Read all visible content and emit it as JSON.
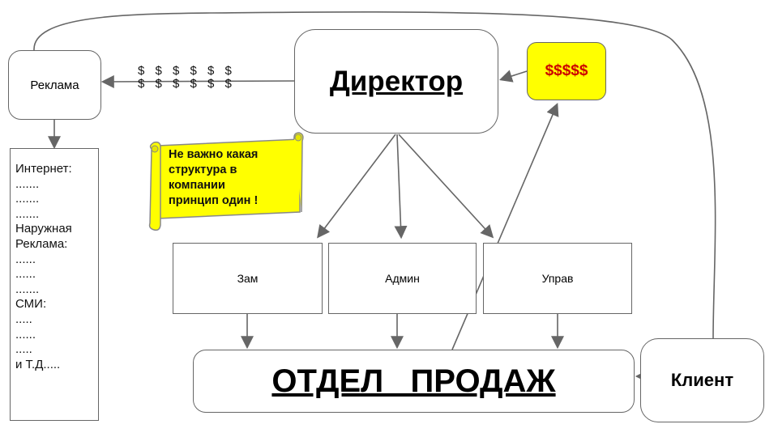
{
  "nodes": {
    "reklama": "Реклама",
    "director": "Директор",
    "money": "$$$$$",
    "zam": "Зам",
    "admin": "Админ",
    "uprav": "Управ",
    "sales": "ОТДЕЛ   ПРОДАЖ",
    "client": "Клиент"
  },
  "dollar_rows": [
    "$ $ $ $ $ $",
    "$ $ $ $ $ $"
  ],
  "channels": [
    "Интернет:",
    ".......",
    ".......",
    ".......",
    "Наружная",
    "Реклама:",
    "......",
    "......",
    ".......",
    "СМИ:",
    ".....",
    "......",
    ".....",
    "и Т.Д....."
  ],
  "note": [
    "Не важно какая",
    "структура  в",
    "компании",
    "принцип один !"
  ],
  "colors": {
    "note_bg": "#ffff00",
    "money_text": "#cc0000",
    "line": "#666666"
  }
}
